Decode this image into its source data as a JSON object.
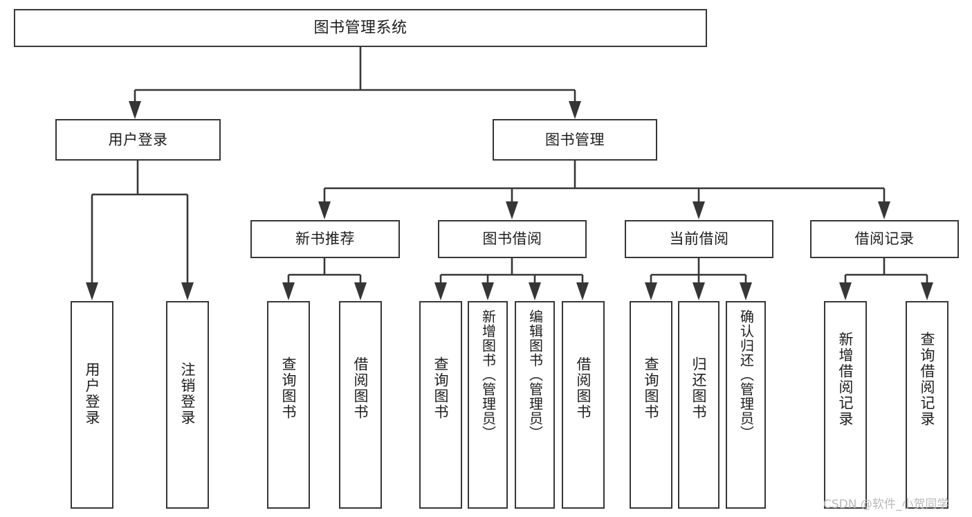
{
  "diagram": {
    "title": "图书管理系统",
    "type": "tree-hierarchy-diagram",
    "stroke_color": "#363636",
    "fill_color": "#ffffff",
    "text_color": "#1d1d1d",
    "background": "#ffffff"
  },
  "root": {
    "label": "图书管理系统"
  },
  "level1": [
    {
      "label": "用户登录"
    },
    {
      "label": "图书管理"
    }
  ],
  "level2": [
    {
      "label": "新书推荐"
    },
    {
      "label": "图书借阅"
    },
    {
      "label": "当前借阅"
    },
    {
      "label": "借阅记录"
    }
  ],
  "leaves": {
    "user_login": [
      {
        "label": "用户登录"
      },
      {
        "label": "注销登录"
      }
    ],
    "new_book_recommend": [
      {
        "label": "查询图书"
      },
      {
        "label": "借阅图书"
      }
    ],
    "book_borrow": [
      {
        "label": "查询图书"
      },
      {
        "label": "新增图书（管理员）"
      },
      {
        "label": "编辑图书（管理员）"
      },
      {
        "label": "借阅图书"
      }
    ],
    "current_borrow": [
      {
        "label": "查询图书"
      },
      {
        "label": "归还图书"
      },
      {
        "label": "确认归还（管理员）"
      }
    ],
    "borrow_record": [
      {
        "label": "新增借阅记录"
      },
      {
        "label": "查询借阅记录"
      }
    ]
  },
  "watermark": {
    "text": "CSDN @软件_小贺同学"
  }
}
